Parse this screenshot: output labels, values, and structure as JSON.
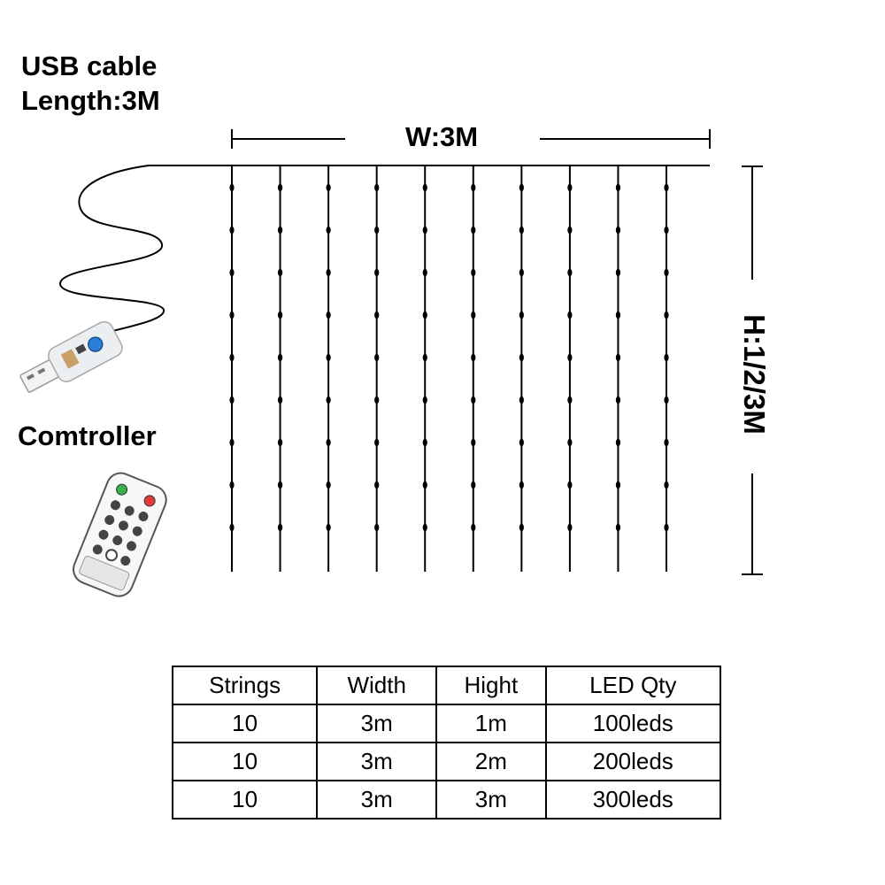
{
  "labels": {
    "usb_cable": "USB cable",
    "usb_length": "Length:3M",
    "controller": "Comtroller",
    "width": "W:3M",
    "height": "H:1/2/3M"
  },
  "curtain": {
    "strings": 10
  },
  "spec_table": {
    "headers": [
      "Strings",
      "Width",
      "Hight",
      "LED Qty"
    ],
    "rows": [
      [
        "10",
        "3m",
        "1m",
        "100leds"
      ],
      [
        "10",
        "3m",
        "2m",
        "200leds"
      ],
      [
        "10",
        "3m",
        "3m",
        "300leds"
      ]
    ]
  },
  "icons": {
    "usb_plug": "usb-plug-icon",
    "remote": "remote-control-icon"
  },
  "colors": {
    "line": "#000000",
    "usb_button": "#2a7fd8",
    "remote_green": "#38b24a",
    "remote_red": "#e23b3b"
  }
}
